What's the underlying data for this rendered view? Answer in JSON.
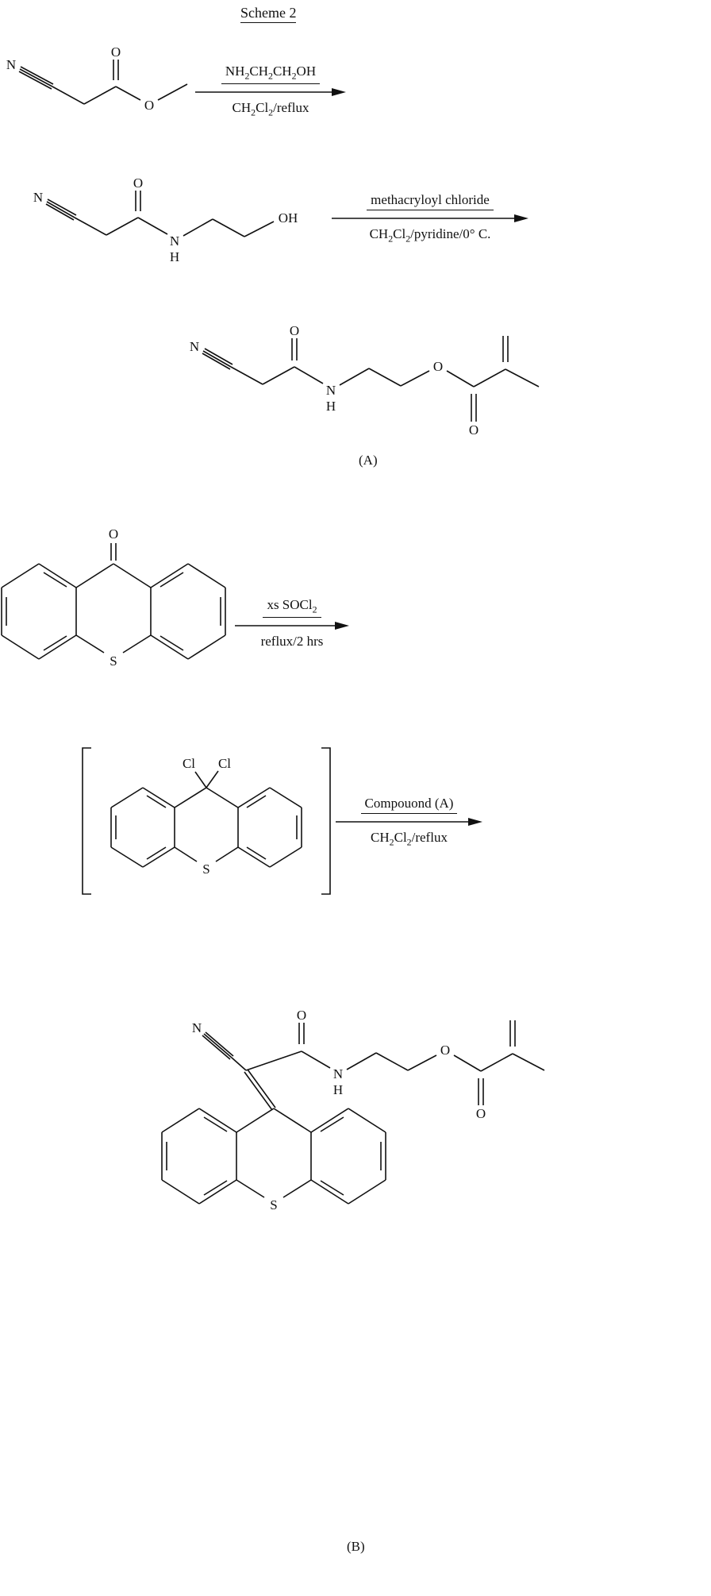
{
  "figure": {
    "title": "Scheme 2",
    "compound_labels": {
      "a": "(A)",
      "b": "(B)"
    }
  },
  "reactions": [
    {
      "reagent": "NH2CH2CH2OH",
      "conditions": "CH2Cl2/reflux"
    },
    {
      "reagent": "methacryloyl chloride",
      "conditions": "CH2Cl2/pyridine/0° C."
    },
    {
      "reagent": "xs SOCl2",
      "conditions": "reflux/2 hrs"
    },
    {
      "reagent": "Compouond (A)",
      "conditions": "CH2Cl2/reflux"
    }
  ],
  "atoms": {
    "n": "N",
    "o": "O",
    "s": "S",
    "h": "H",
    "oh": "OH",
    "cl": "Cl"
  }
}
